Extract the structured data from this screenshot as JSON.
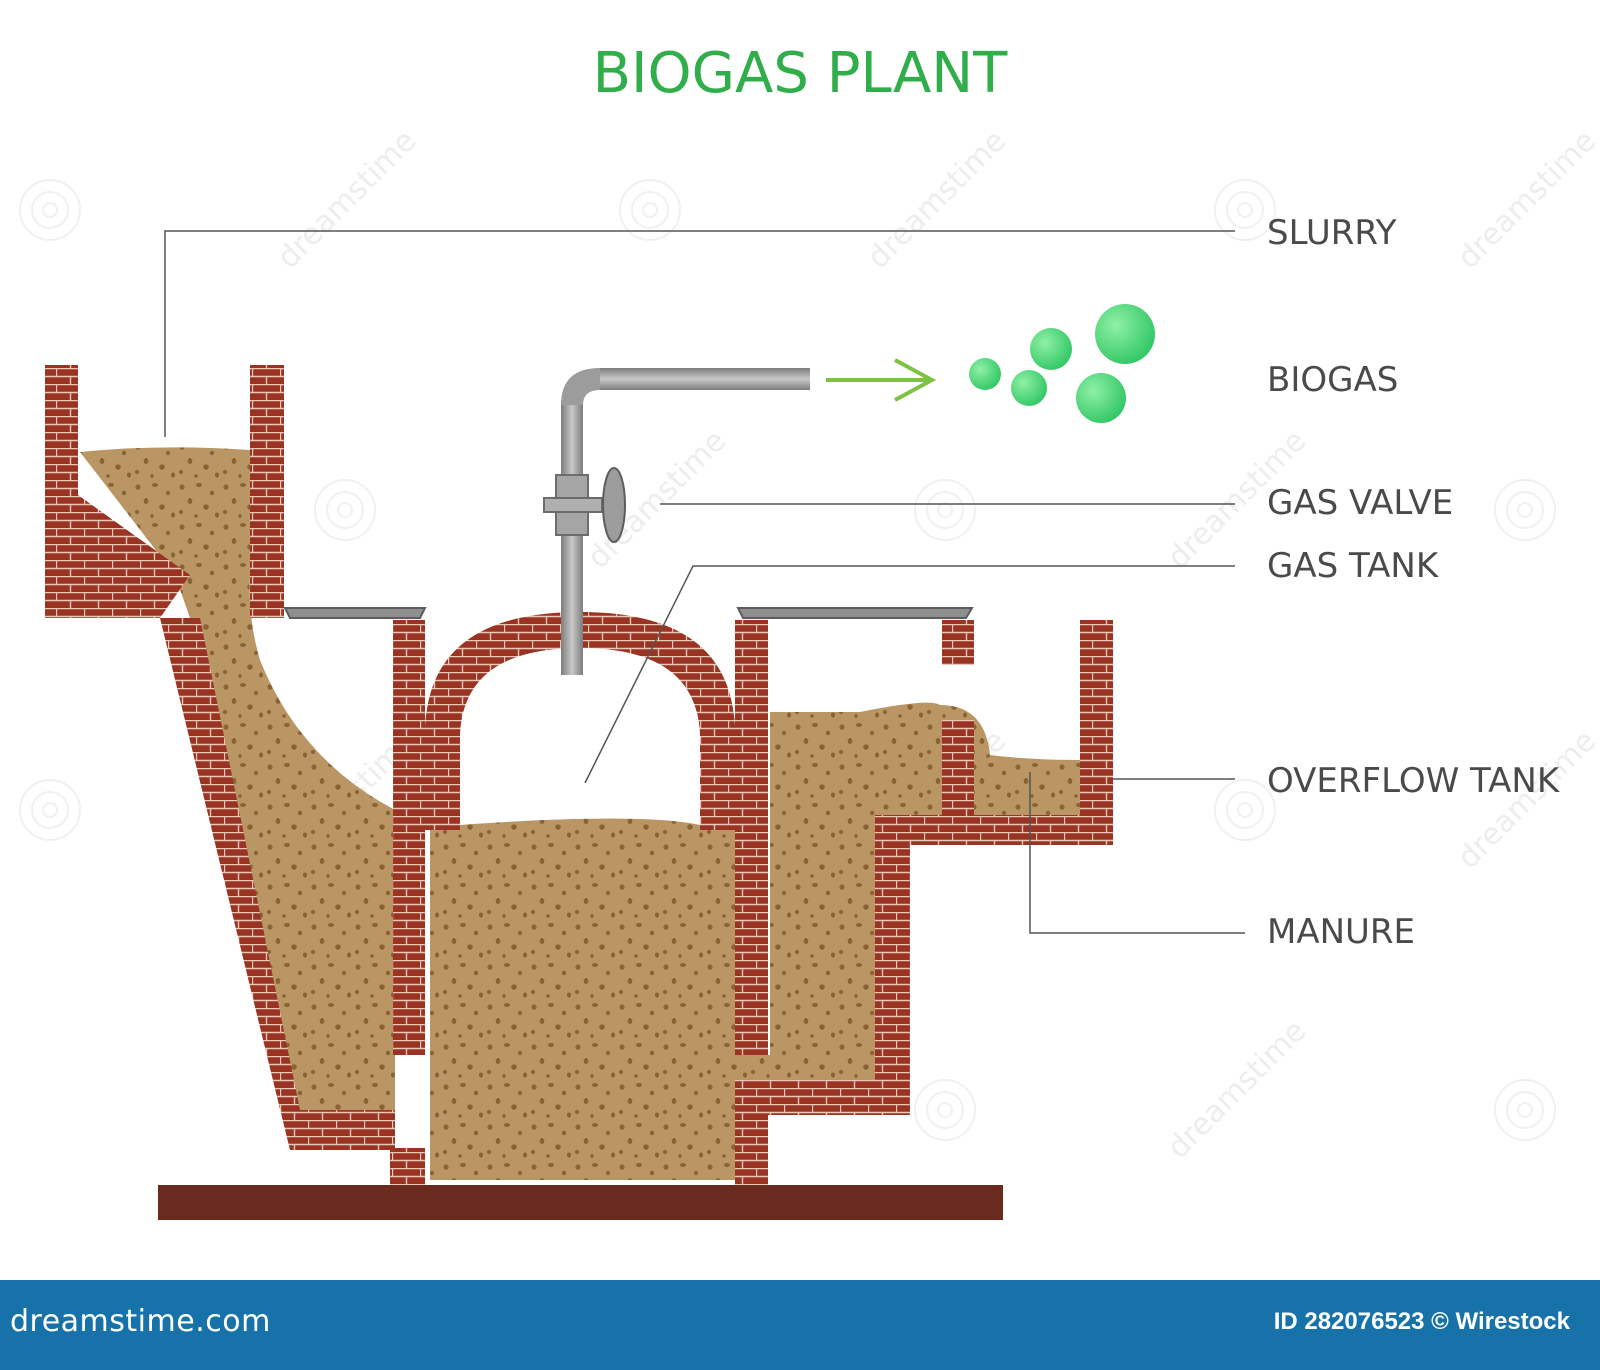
{
  "title": "BIOGAS PLANT",
  "labels": {
    "slurry": "SLURRY",
    "biogas": "BIOGAS",
    "gas_valve": "GAS VALVE",
    "gas_tank": "GAS TANK",
    "overflow_tank": "OVERFLOW TANK",
    "manure": "MANURE"
  },
  "footer": {
    "site": "dreamstime.com",
    "credit": "ID 282076523 © Wirestock"
  },
  "watermark_text": "dreamstime",
  "colors": {
    "title": "#2fae4a",
    "brick": "#9a3322",
    "mortar": "#e9c7b8",
    "slurry": "#b99664",
    "slurry_speck": "#8a6334",
    "pipe": "#9c9c9c",
    "foundation": "#6b2a1e",
    "biogas_bubble": "#4fd67a",
    "arrow": "#7ec242",
    "leader_line": "#555555",
    "footer_bg": "#1672a8"
  },
  "icons": [
    "biogas-bubble-icon",
    "arrow-right-icon",
    "watermark-spiral-icon"
  ]
}
